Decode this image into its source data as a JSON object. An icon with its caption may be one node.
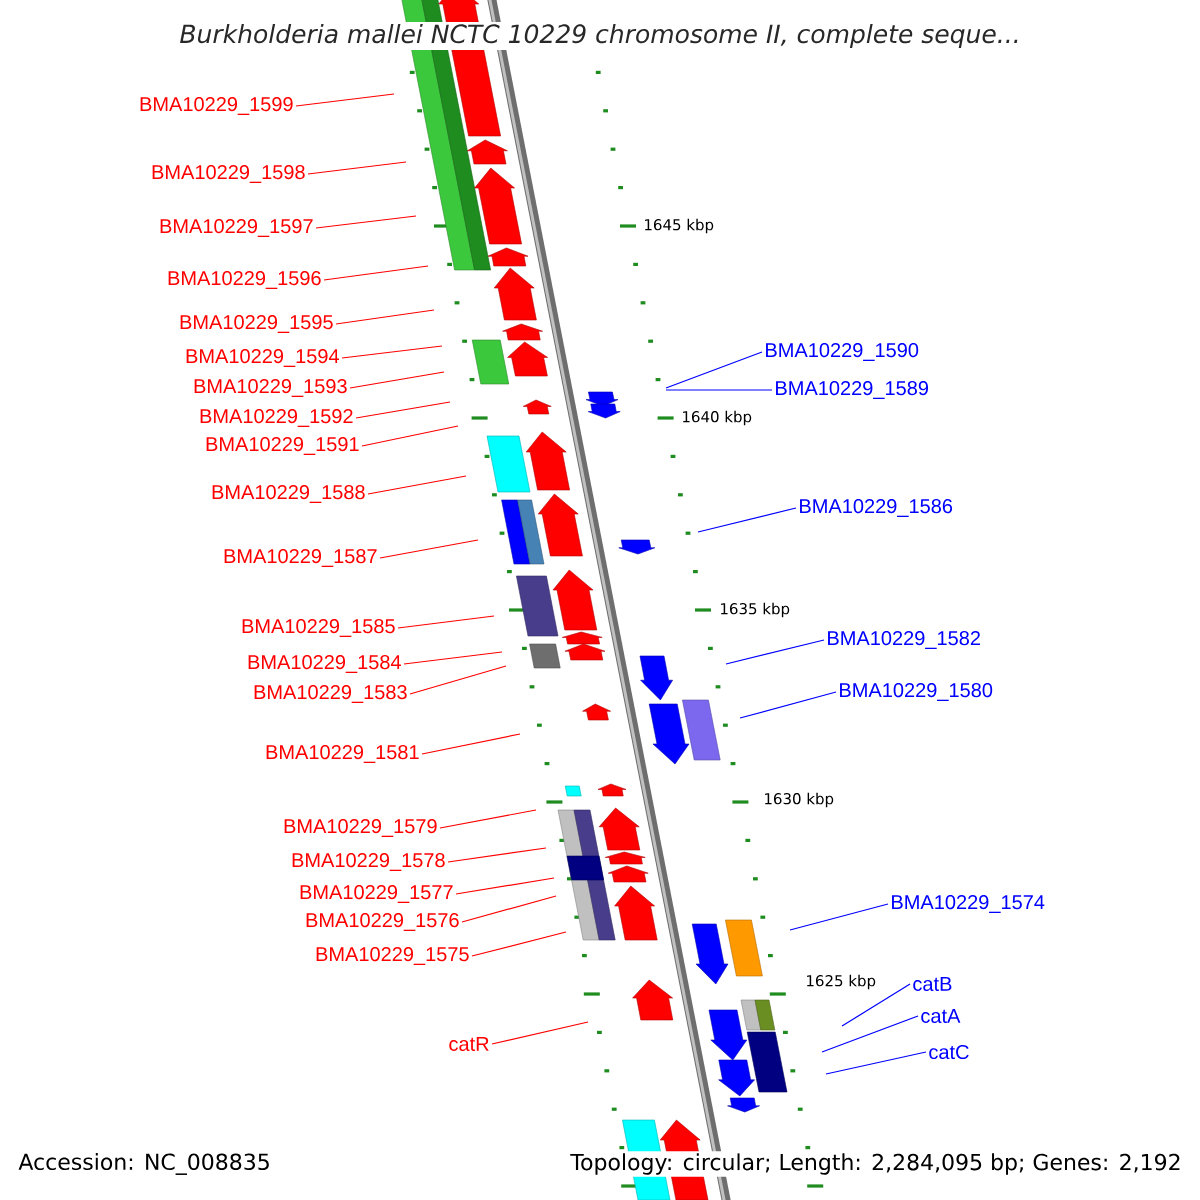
{
  "diagram": {
    "title": "Burkholderia mallei NCTC 10229 chromosome II, complete seque...",
    "nodes": [
      {
        "text": [
          "BMA10229_1599"
        ]
      },
      {
        "text": [
          "BMA10229_1598"
        ]
      },
      {
        "text": [
          "BMA10229_1597"
        ]
      },
      {
        "text": [
          "BMA10229_1596"
        ]
      },
      {
        "text": [
          "BMA10229_1595"
        ]
      },
      {
        "text": [
          "BMA10229_1594"
        ]
      },
      {
        "text": [
          "BMA10229_1593"
        ]
      },
      {
        "text": [
          "BMA10229_1592"
        ]
      },
      {
        "text": [
          "BMA10229_1591"
        ]
      },
      {
        "text": [
          "BMA10229_1588"
        ]
      },
      {
        "text": [
          "BMA10229_1587"
        ]
      },
      {
        "text": [
          "BMA10229_1585"
        ]
      },
      {
        "text": [
          "BMA10229_1584"
        ]
      },
      {
        "text": [
          "BMA10229_1583"
        ]
      },
      {
        "text": [
          "BMA10229_1581"
        ]
      },
      {
        "text": [
          "BMA10229_1579"
        ]
      },
      {
        "text": [
          "BMA10229_1578"
        ]
      },
      {
        "text": [
          "BMA10229_1577"
        ]
      },
      {
        "text": [
          "BMA10229_1576"
        ]
      },
      {
        "text": [
          "BMA10229_1575"
        ]
      },
      {
        "text": [
          "catR"
        ]
      },
      {
        "text": [
          "BMA10229_1590"
        ]
      },
      {
        "text": [
          "BMA10229_1589"
        ]
      },
      {
        "text": [
          "BMA10229_1586"
        ]
      },
      {
        "text": [
          "BMA10229_1582"
        ]
      },
      {
        "text": [
          "BMA10229_1580"
        ]
      },
      {
        "text": [
          "BMA10229_1574"
        ]
      },
      {
        "text": [
          "catB"
        ]
      },
      {
        "text": [
          "catA"
        ]
      },
      {
        "text": [
          "catC"
        ]
      }
    ],
    "edges": [
      {
        "from": 0,
        "to": null,
        "arrow": "none"
      },
      {
        "from": 1,
        "to": null,
        "arrow": "none"
      },
      {
        "from": 2,
        "to": null,
        "arrow": "none"
      },
      {
        "from": 3,
        "to": null,
        "arrow": "none"
      },
      {
        "from": 4,
        "to": null,
        "arrow": "none"
      },
      {
        "from": 5,
        "to": null,
        "arrow": "none"
      },
      {
        "from": 6,
        "to": null,
        "arrow": "none"
      },
      {
        "from": 7,
        "to": null,
        "arrow": "none"
      },
      {
        "from": 8,
        "to": null,
        "arrow": "none"
      },
      {
        "from": 9,
        "to": null,
        "arrow": "none"
      },
      {
        "from": 10,
        "to": null,
        "arrow": "none"
      },
      {
        "from": 11,
        "to": null,
        "arrow": "none"
      },
      {
        "from": 12,
        "to": null,
        "arrow": "none"
      },
      {
        "from": 13,
        "to": null,
        "arrow": "none"
      },
      {
        "from": 14,
        "to": null,
        "arrow": "none"
      },
      {
        "from": 15,
        "to": null,
        "arrow": "none"
      },
      {
        "from": 16,
        "to": null,
        "arrow": "none"
      },
      {
        "from": 17,
        "to": null,
        "arrow": "none"
      },
      {
        "from": 18,
        "to": null,
        "arrow": "none"
      },
      {
        "from": 19,
        "to": null,
        "arrow": "none"
      },
      {
        "from": 20,
        "to": null,
        "arrow": "none"
      },
      {
        "from": 21,
        "to": null,
        "arrow": "none",
        "color": "#0000ff"
      },
      {
        "from": 22,
        "to": null,
        "arrow": "none",
        "color": "#0000ff"
      },
      {
        "from": 23,
        "to": null,
        "arrow": "none",
        "color": "#0000ff"
      },
      {
        "from": 24,
        "to": null,
        "arrow": "none",
        "color": "#0000ff"
      },
      {
        "from": 25,
        "to": null,
        "arrow": "none",
        "color": "#0000ff"
      },
      {
        "from": 26,
        "to": null,
        "arrow": "none",
        "color": "#0000ff"
      },
      {
        "from": 27,
        "to": null,
        "arrow": "none",
        "color": "#0000ff"
      },
      {
        "from": 28,
        "to": null,
        "arrow": "none",
        "color": "#0000ff"
      },
      {
        "from": 29,
        "to": null,
        "arrow": "none",
        "color": "#0000ff"
      }
    ],
    "labels": [
      "1645 kbp",
      "1640 kbp",
      "1635 kbp",
      "1630 kbp",
      "1625 kbp",
      "Accession: NC_008835",
      "Topology: circular; Length: 2,284,095 bp; Genes: 2,192"
    ]
  }
}
